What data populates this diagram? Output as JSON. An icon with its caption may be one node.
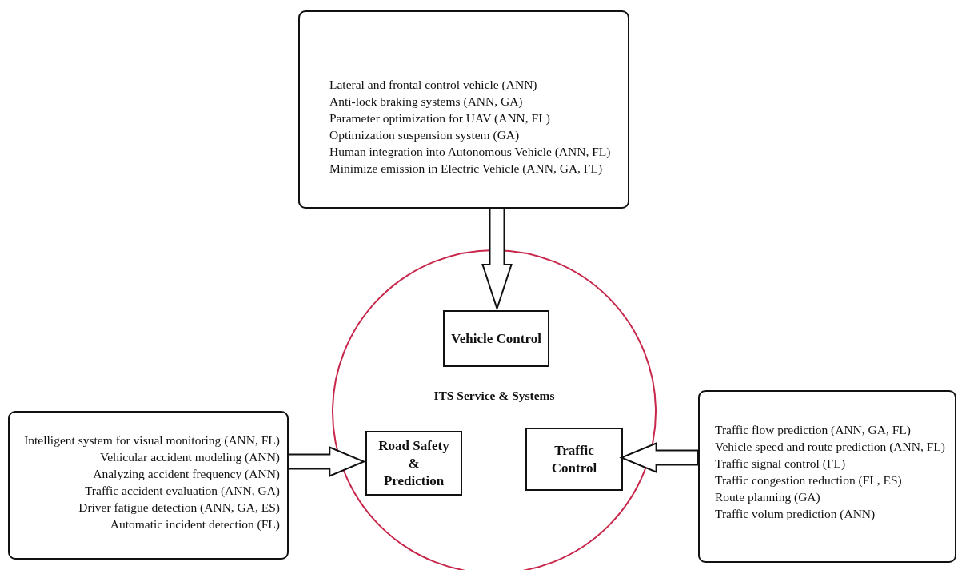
{
  "diagram": {
    "nodes": [
      {
        "text": [
          "Lateral and frontal control vehicle (ANN)",
          "Anti-lock braking systems (ANN, GA)",
          "Parameter optimization for UAV (ANN, FL)",
          "Optimization suspension system (GA)",
          "Human integration into Autonomous Vehicle (ANN, FL)",
          "Minimize emission in Electric Vehicle (ANN, GA, FL)"
        ]
      },
      {
        "text": [
          "ITS Service & Systems"
        ]
      },
      {
        "text": [
          "Vehicle Control"
        ],
        "in": 1
      },
      {
        "text": [
          "Road Safety & Prediction"
        ],
        "in": 1
      },
      {
        "text": [
          "Traffic Control"
        ],
        "in": 1
      },
      {
        "text": [
          "Intelligent system for visual monitoring (ANN, FL)",
          "Vehicular accident modeling (ANN)",
          "Analyzing accident frequency (ANN)",
          "Traffic accident evaluation (ANN, GA)",
          "Driver fatigue detection (ANN, GA, ES)",
          "Automatic incident detection (FL)"
        ]
      },
      {
        "text": [
          "Traffic flow prediction (ANN, GA, FL)",
          "Vehicle speed and route prediction (ANN, FL)",
          "Traffic signal control (FL)",
          "Traffic congestion reduction (FL, ES)",
          "Route planning (GA)",
          "Traffic volum prediction (ANN)"
        ]
      }
    ],
    "edges": [
      {
        "from": 0,
        "to": 2,
        "arrow": "to",
        "style": "thick"
      },
      {
        "from": 5,
        "to": 3,
        "arrow": "to",
        "style": "thick"
      },
      {
        "from": 6,
        "to": 4,
        "arrow": "to",
        "style": "thick"
      }
    ]
  }
}
